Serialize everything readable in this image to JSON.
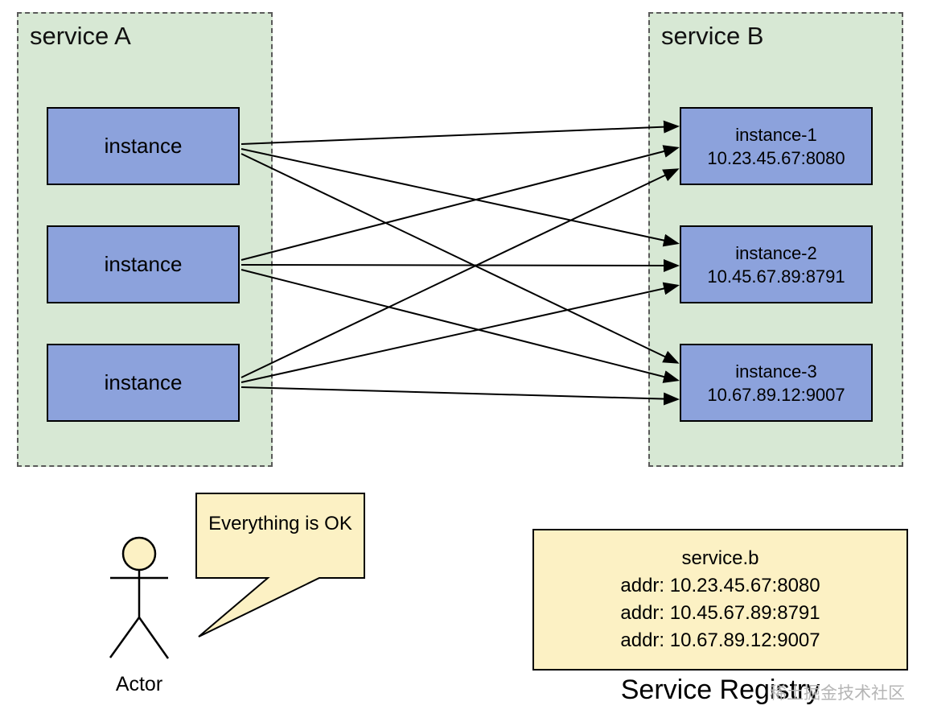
{
  "service_a": {
    "title": "service A",
    "instances": [
      {
        "label": "instance"
      },
      {
        "label": "instance"
      },
      {
        "label": "instance"
      }
    ]
  },
  "service_b": {
    "title": "service B",
    "instances": [
      {
        "name": "instance-1",
        "addr": "10.23.45.67:8080"
      },
      {
        "name": "instance-2",
        "addr": "10.45.67.89:8791"
      },
      {
        "name": "instance-3",
        "addr": "10.67.89.12:9007"
      }
    ]
  },
  "connections": {
    "description": "full mesh: every service A instance has an arrow to every service B instance",
    "count": 9
  },
  "actor": {
    "label": "Actor",
    "speech_bubble": "Everything is OK"
  },
  "service_registry": {
    "caption": "Service Registry",
    "lines": [
      "service.b",
      "addr: 10.23.45.67:8080",
      "addr: 10.45.67.89:8791",
      "addr: 10.67.89.12:9007"
    ]
  },
  "watermark": "稀土掘金技术社区",
  "colors": {
    "group_fill": "#d7e8d4",
    "group_border": "#5a5a5a",
    "instance_fill": "#8ca2dc",
    "instance_border": "#000000",
    "note_fill": "#fcf1c4",
    "arrow": "#000000",
    "watermark": "#b5b5b5"
  }
}
